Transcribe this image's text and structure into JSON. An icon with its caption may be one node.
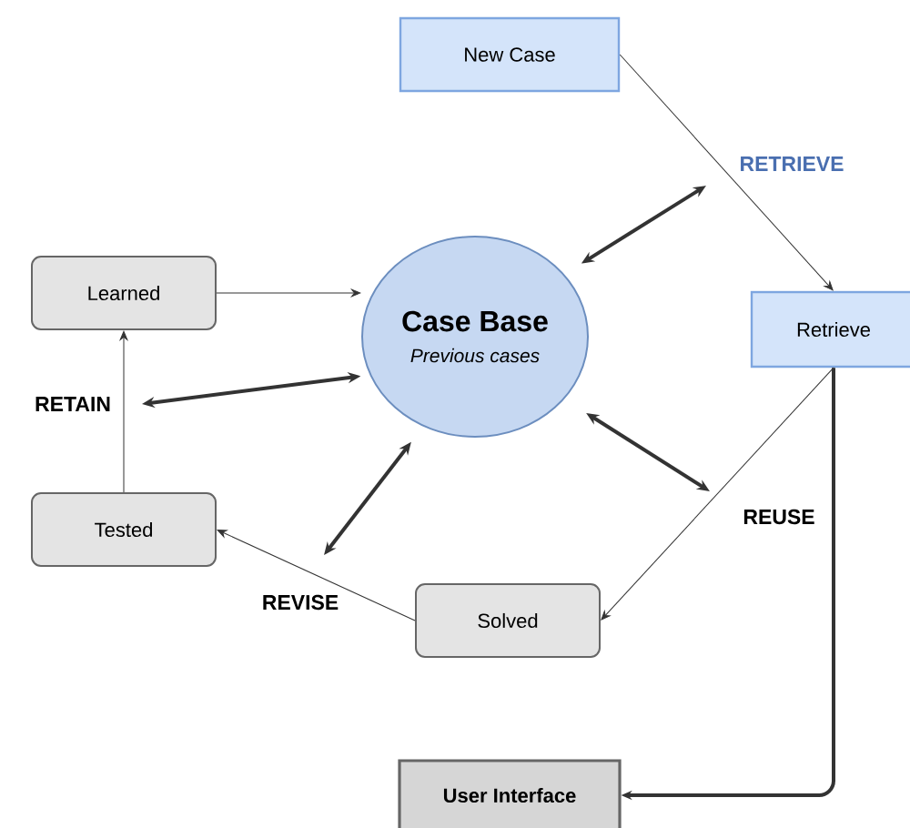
{
  "diagram": {
    "nodes": [
      {
        "text": [
          "New Case"
        ]
      },
      {
        "text": [
          "Case Base",
          "Previous cases"
        ]
      },
      {
        "text": [
          "Learned"
        ]
      },
      {
        "text": [
          "Retrieve"
        ]
      },
      {
        "text": [
          "Tested"
        ]
      },
      {
        "text": [
          "Solved"
        ]
      },
      {
        "text": [
          "User Interface"
        ]
      }
    ],
    "edges": [
      {
        "from": 0,
        "to": 3,
        "arrow": "to"
      },
      {
        "from": 2,
        "to": 1,
        "arrow": "to"
      },
      {
        "from": 4,
        "to": 2,
        "arrow": "to"
      },
      {
        "from": 3,
        "to": 5,
        "arrow": "to"
      },
      {
        "from": 5,
        "to": 4,
        "arrow": "to"
      },
      {
        "from": 3,
        "to": 6,
        "arrow": "to",
        "style": "thick"
      },
      {
        "from": 1,
        "to": null,
        "arrow": "both",
        "style": "thick"
      },
      {
        "from": 1,
        "to": null,
        "arrow": "both",
        "style": "thick"
      },
      {
        "from": 1,
        "to": null,
        "arrow": "both",
        "style": "thick"
      },
      {
        "from": 1,
        "to": null,
        "arrow": "both",
        "style": "thick"
      }
    ],
    "labels": [
      "RETRIEVE",
      "RETAIN",
      "REUSE",
      "REVISE"
    ]
  }
}
